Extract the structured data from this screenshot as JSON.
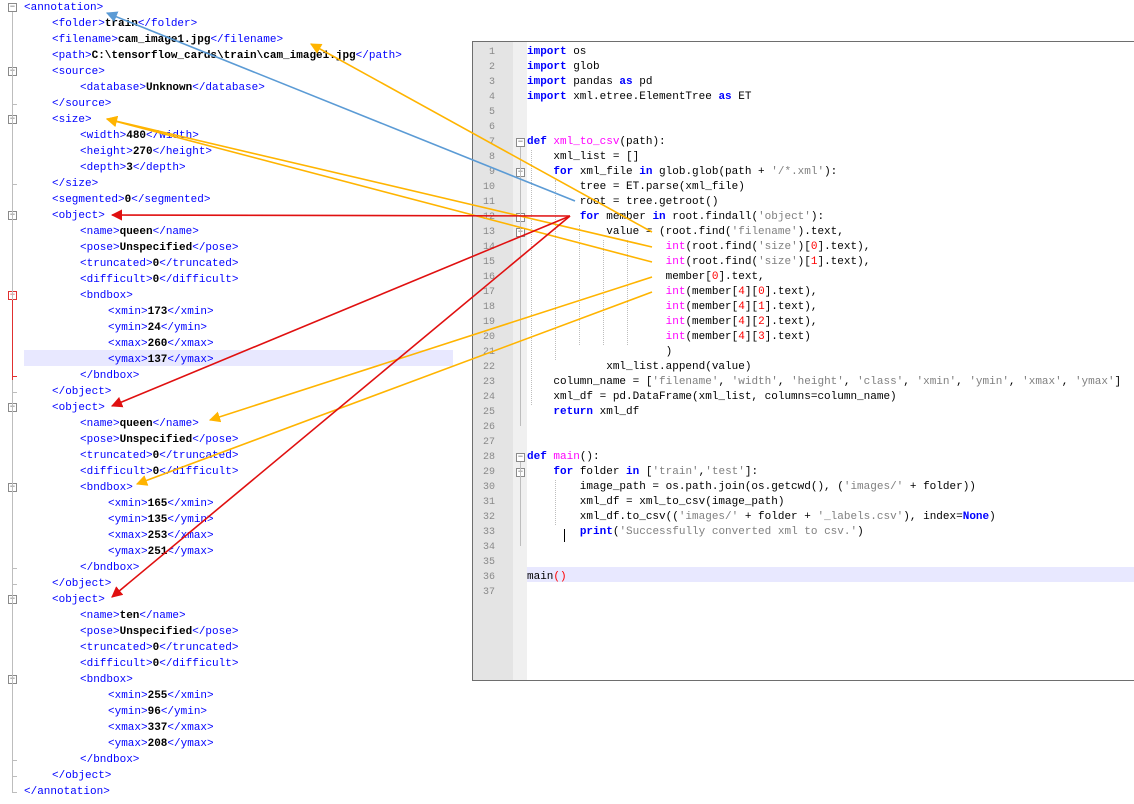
{
  "xml_lines": [
    [
      [
        "tag",
        "<annotation>"
      ]
    ],
    [
      [
        "tag",
        "<folder>"
      ],
      [
        "val",
        "train"
      ],
      [
        "tag",
        "</folder>"
      ]
    ],
    [
      [
        "tag",
        "<filename>"
      ],
      [
        "val",
        "cam_image1.jpg"
      ],
      [
        "tag",
        "</filename>"
      ]
    ],
    [
      [
        "tag",
        "<path>"
      ],
      [
        "val",
        "C:\\tensorflow_cards\\train\\cam_image1.jpg"
      ],
      [
        "tag",
        "</path>"
      ]
    ],
    [
      [
        "tag",
        "<source>"
      ]
    ],
    [
      [
        "tag",
        "<database>"
      ],
      [
        "val",
        "Unknown"
      ],
      [
        "tag",
        "</database>"
      ]
    ],
    [
      [
        "tag",
        "</source>"
      ]
    ],
    [
      [
        "tag",
        "<size>"
      ]
    ],
    [
      [
        "tag",
        "<width>"
      ],
      [
        "val",
        "480"
      ],
      [
        "tag",
        "</width>"
      ]
    ],
    [
      [
        "tag",
        "<height>"
      ],
      [
        "val",
        "270"
      ],
      [
        "tag",
        "</height>"
      ]
    ],
    [
      [
        "tag",
        "<depth>"
      ],
      [
        "val",
        "3"
      ],
      [
        "tag",
        "</depth>"
      ]
    ],
    [
      [
        "tag",
        "</size>"
      ]
    ],
    [
      [
        "tag",
        "<segmented>"
      ],
      [
        "val",
        "0"
      ],
      [
        "tag",
        "</segmented>"
      ]
    ],
    [
      [
        "tag",
        "<object>"
      ]
    ],
    [
      [
        "tag",
        "<name>"
      ],
      [
        "val",
        "queen"
      ],
      [
        "tag",
        "</name>"
      ]
    ],
    [
      [
        "tag",
        "<pose>"
      ],
      [
        "val",
        "Unspecified"
      ],
      [
        "tag",
        "</pose>"
      ]
    ],
    [
      [
        "tag",
        "<truncated>"
      ],
      [
        "val",
        "0"
      ],
      [
        "tag",
        "</truncated>"
      ]
    ],
    [
      [
        "tag",
        "<difficult>"
      ],
      [
        "val",
        "0"
      ],
      [
        "tag",
        "</difficult>"
      ]
    ],
    [
      [
        "tag",
        "<bndbox>"
      ]
    ],
    [
      [
        "tag",
        "<xmin>"
      ],
      [
        "val",
        "173"
      ],
      [
        "tag",
        "</xmin>"
      ]
    ],
    [
      [
        "tag",
        "<ymin>"
      ],
      [
        "val",
        "24"
      ],
      [
        "tag",
        "</ymin>"
      ]
    ],
    [
      [
        "tag",
        "<xmax>"
      ],
      [
        "val",
        "260"
      ],
      [
        "tag",
        "</xmax>"
      ]
    ],
    [
      [
        "tag",
        "<ymax>"
      ],
      [
        "val",
        "137"
      ],
      [
        "tag",
        "</ymax>"
      ]
    ],
    [
      [
        "tag",
        "</bndbox>"
      ]
    ],
    [
      [
        "tag",
        "</object>"
      ]
    ],
    [
      [
        "tag",
        "<object>"
      ]
    ],
    [
      [
        "tag",
        "<name>"
      ],
      [
        "val",
        "queen"
      ],
      [
        "tag",
        "</name>"
      ]
    ],
    [
      [
        "tag",
        "<pose>"
      ],
      [
        "val",
        "Unspecified"
      ],
      [
        "tag",
        "</pose>"
      ]
    ],
    [
      [
        "tag",
        "<truncated>"
      ],
      [
        "val",
        "0"
      ],
      [
        "tag",
        "</truncated>"
      ]
    ],
    [
      [
        "tag",
        "<difficult>"
      ],
      [
        "val",
        "0"
      ],
      [
        "tag",
        "</difficult>"
      ]
    ],
    [
      [
        "tag",
        "<bndbox>"
      ]
    ],
    [
      [
        "tag",
        "<xmin>"
      ],
      [
        "val",
        "165"
      ],
      [
        "tag",
        "</xmin>"
      ]
    ],
    [
      [
        "tag",
        "<ymin>"
      ],
      [
        "val",
        "135"
      ],
      [
        "tag",
        "</ymin>"
      ]
    ],
    [
      [
        "tag",
        "<xmax>"
      ],
      [
        "val",
        "253"
      ],
      [
        "tag",
        "</xmax>"
      ]
    ],
    [
      [
        "tag",
        "<ymax>"
      ],
      [
        "val",
        "251"
      ],
      [
        "tag",
        "</ymax>"
      ]
    ],
    [
      [
        "tag",
        "</bndbox>"
      ]
    ],
    [
      [
        "tag",
        "</object>"
      ]
    ],
    [
      [
        "tag",
        "<object>"
      ]
    ],
    [
      [
        "tag",
        "<name>"
      ],
      [
        "val",
        "ten"
      ],
      [
        "tag",
        "</name>"
      ]
    ],
    [
      [
        "tag",
        "<pose>"
      ],
      [
        "val",
        "Unspecified"
      ],
      [
        "tag",
        "</pose>"
      ]
    ],
    [
      [
        "tag",
        "<truncated>"
      ],
      [
        "val",
        "0"
      ],
      [
        "tag",
        "</truncated>"
      ]
    ],
    [
      [
        "tag",
        "<difficult>"
      ],
      [
        "val",
        "0"
      ],
      [
        "tag",
        "</difficult>"
      ]
    ],
    [
      [
        "tag",
        "<bndbox>"
      ]
    ],
    [
      [
        "tag",
        "<xmin>"
      ],
      [
        "val",
        "255"
      ],
      [
        "tag",
        "</xmin>"
      ]
    ],
    [
      [
        "tag",
        "<ymin>"
      ],
      [
        "val",
        "96"
      ],
      [
        "tag",
        "</ymin>"
      ]
    ],
    [
      [
        "tag",
        "<xmax>"
      ],
      [
        "val",
        "337"
      ],
      [
        "tag",
        "</xmax>"
      ]
    ],
    [
      [
        "tag",
        "<ymax>"
      ],
      [
        "val",
        "208"
      ],
      [
        "tag",
        "</ymax>"
      ]
    ],
    [
      [
        "tag",
        "</bndbox>"
      ]
    ],
    [
      [
        "tag",
        "</object>"
      ]
    ],
    [
      [
        "tag",
        "</annotation>"
      ]
    ]
  ],
  "code_lines": [
    [
      [
        "kw",
        "import"
      ],
      [
        "p",
        " os"
      ]
    ],
    [
      [
        "kw",
        "import"
      ],
      [
        "p",
        " glob"
      ]
    ],
    [
      [
        "kw",
        "import"
      ],
      [
        "p",
        " pandas "
      ],
      [
        "kw",
        "as"
      ],
      [
        "p",
        " pd"
      ]
    ],
    [
      [
        "kw",
        "import"
      ],
      [
        "p",
        " xml.etree.ElementTree "
      ],
      [
        "kw",
        "as"
      ],
      [
        "p",
        " ET"
      ]
    ],
    [],
    [],
    [
      [
        "kw",
        "def"
      ],
      [
        "p",
        " "
      ],
      [
        "fn",
        "xml_to_csv"
      ],
      [
        "p",
        "(path):"
      ]
    ],
    [
      [
        "p",
        "    xml_list = []"
      ]
    ],
    [
      [
        "p",
        "    "
      ],
      [
        "kw",
        "for"
      ],
      [
        "p",
        " xml_file "
      ],
      [
        "kw",
        "in"
      ],
      [
        "p",
        " glob.glob(path + "
      ],
      [
        "str",
        "'/*.xml'"
      ],
      [
        "p",
        "):"
      ]
    ],
    [
      [
        "p",
        "        tree = ET.parse(xml_file)"
      ]
    ],
    [
      [
        "p",
        "        root = tree.getroot()"
      ]
    ],
    [
      [
        "p",
        "        "
      ],
      [
        "kw",
        "for"
      ],
      [
        "p",
        " member "
      ],
      [
        "kw",
        "in"
      ],
      [
        "p",
        " root.findall("
      ],
      [
        "str",
        "'object'"
      ],
      [
        "p",
        "):"
      ]
    ],
    [
      [
        "p",
        "            value = (root.find("
      ],
      [
        "str",
        "'filename'"
      ],
      [
        "p",
        ").text,"
      ]
    ],
    [
      [
        "p",
        "                     "
      ],
      [
        "fn",
        "int"
      ],
      [
        "p",
        "(root.find("
      ],
      [
        "str",
        "'size'"
      ],
      [
        "p",
        ")["
      ],
      [
        "num",
        "0"
      ],
      [
        "p",
        "].text),"
      ]
    ],
    [
      [
        "p",
        "                     "
      ],
      [
        "fn",
        "int"
      ],
      [
        "p",
        "(root.find("
      ],
      [
        "str",
        "'size'"
      ],
      [
        "p",
        ")["
      ],
      [
        "num",
        "1"
      ],
      [
        "p",
        "].text),"
      ]
    ],
    [
      [
        "p",
        "                     member["
      ],
      [
        "num",
        "0"
      ],
      [
        "p",
        "].text,"
      ]
    ],
    [
      [
        "p",
        "                     "
      ],
      [
        "fn",
        "int"
      ],
      [
        "p",
        "(member["
      ],
      [
        "num",
        "4"
      ],
      [
        "p",
        "]["
      ],
      [
        "num",
        "0"
      ],
      [
        "p",
        "].text),"
      ]
    ],
    [
      [
        "p",
        "                     "
      ],
      [
        "fn",
        "int"
      ],
      [
        "p",
        "(member["
      ],
      [
        "num",
        "4"
      ],
      [
        "p",
        "]["
      ],
      [
        "num",
        "1"
      ],
      [
        "p",
        "].text),"
      ]
    ],
    [
      [
        "p",
        "                     "
      ],
      [
        "fn",
        "int"
      ],
      [
        "p",
        "(member["
      ],
      [
        "num",
        "4"
      ],
      [
        "p",
        "]["
      ],
      [
        "num",
        "2"
      ],
      [
        "p",
        "].text),"
      ]
    ],
    [
      [
        "p",
        "                     "
      ],
      [
        "fn",
        "int"
      ],
      [
        "p",
        "(member["
      ],
      [
        "num",
        "4"
      ],
      [
        "p",
        "]["
      ],
      [
        "num",
        "3"
      ],
      [
        "p",
        "].text)"
      ]
    ],
    [
      [
        "p",
        "                     )"
      ]
    ],
    [
      [
        "p",
        "            xml_list.append(value)"
      ]
    ],
    [
      [
        "p",
        "    column_name = ["
      ],
      [
        "str",
        "'filename'"
      ],
      [
        "p",
        ", "
      ],
      [
        "str",
        "'width'"
      ],
      [
        "p",
        ", "
      ],
      [
        "str",
        "'height'"
      ],
      [
        "p",
        ", "
      ],
      [
        "str",
        "'class'"
      ],
      [
        "p",
        ", "
      ],
      [
        "str",
        "'xmin'"
      ],
      [
        "p",
        ", "
      ],
      [
        "str",
        "'ymin'"
      ],
      [
        "p",
        ", "
      ],
      [
        "str",
        "'xmax'"
      ],
      [
        "p",
        ", "
      ],
      [
        "str",
        "'ymax'"
      ],
      [
        "p",
        "]"
      ]
    ],
    [
      [
        "p",
        "    xml_df = pd.DataFrame(xml_list, columns=column_name)"
      ]
    ],
    [
      [
        "p",
        "    "
      ],
      [
        "kw",
        "return"
      ],
      [
        "p",
        " xml_df"
      ]
    ],
    [],
    [],
    [
      [
        "kw",
        "def"
      ],
      [
        "p",
        " "
      ],
      [
        "fn",
        "main"
      ],
      [
        "p",
        "():"
      ]
    ],
    [
      [
        "p",
        "    "
      ],
      [
        "kw",
        "for"
      ],
      [
        "p",
        " folder "
      ],
      [
        "kw",
        "in"
      ],
      [
        "p",
        " ["
      ],
      [
        "str",
        "'train'"
      ],
      [
        "p",
        ","
      ],
      [
        "str",
        "'test'"
      ],
      [
        "p",
        "]:"
      ]
    ],
    [
      [
        "p",
        "        image_path = os.path.join(os.getcwd(), ("
      ],
      [
        "str",
        "'images/'"
      ],
      [
        "p",
        " + folder))"
      ]
    ],
    [
      [
        "p",
        "        xml_df = xml_to_csv(image_path)"
      ]
    ],
    [
      [
        "p",
        "        xml_df.to_csv(("
      ],
      [
        "str",
        "'images/'"
      ],
      [
        "p",
        " + folder + "
      ],
      [
        "str",
        "'_labels.csv'"
      ],
      [
        "p",
        "), index="
      ],
      [
        "kw",
        "None"
      ],
      [
        "p",
        ")"
      ]
    ],
    [
      [
        "p",
        "        "
      ],
      [
        "kw",
        "print"
      ],
      [
        "p",
        "("
      ],
      [
        "str",
        "'Successfully converted xml to csv.'"
      ],
      [
        "p",
        ")"
      ]
    ],
    [],
    [],
    [
      [
        "p",
        "main"
      ],
      [
        "num",
        "()"
      ]
    ],
    []
  ],
  "colors": {
    "tag": "#0000ff",
    "keyword": "#0000ff",
    "function": "#ff00ff",
    "string": "#808080",
    "number": "#ff0000",
    "arrow_yellow": "#ffb400",
    "arrow_red": "#e01010",
    "arrow_blue": "#5b9bd5"
  }
}
